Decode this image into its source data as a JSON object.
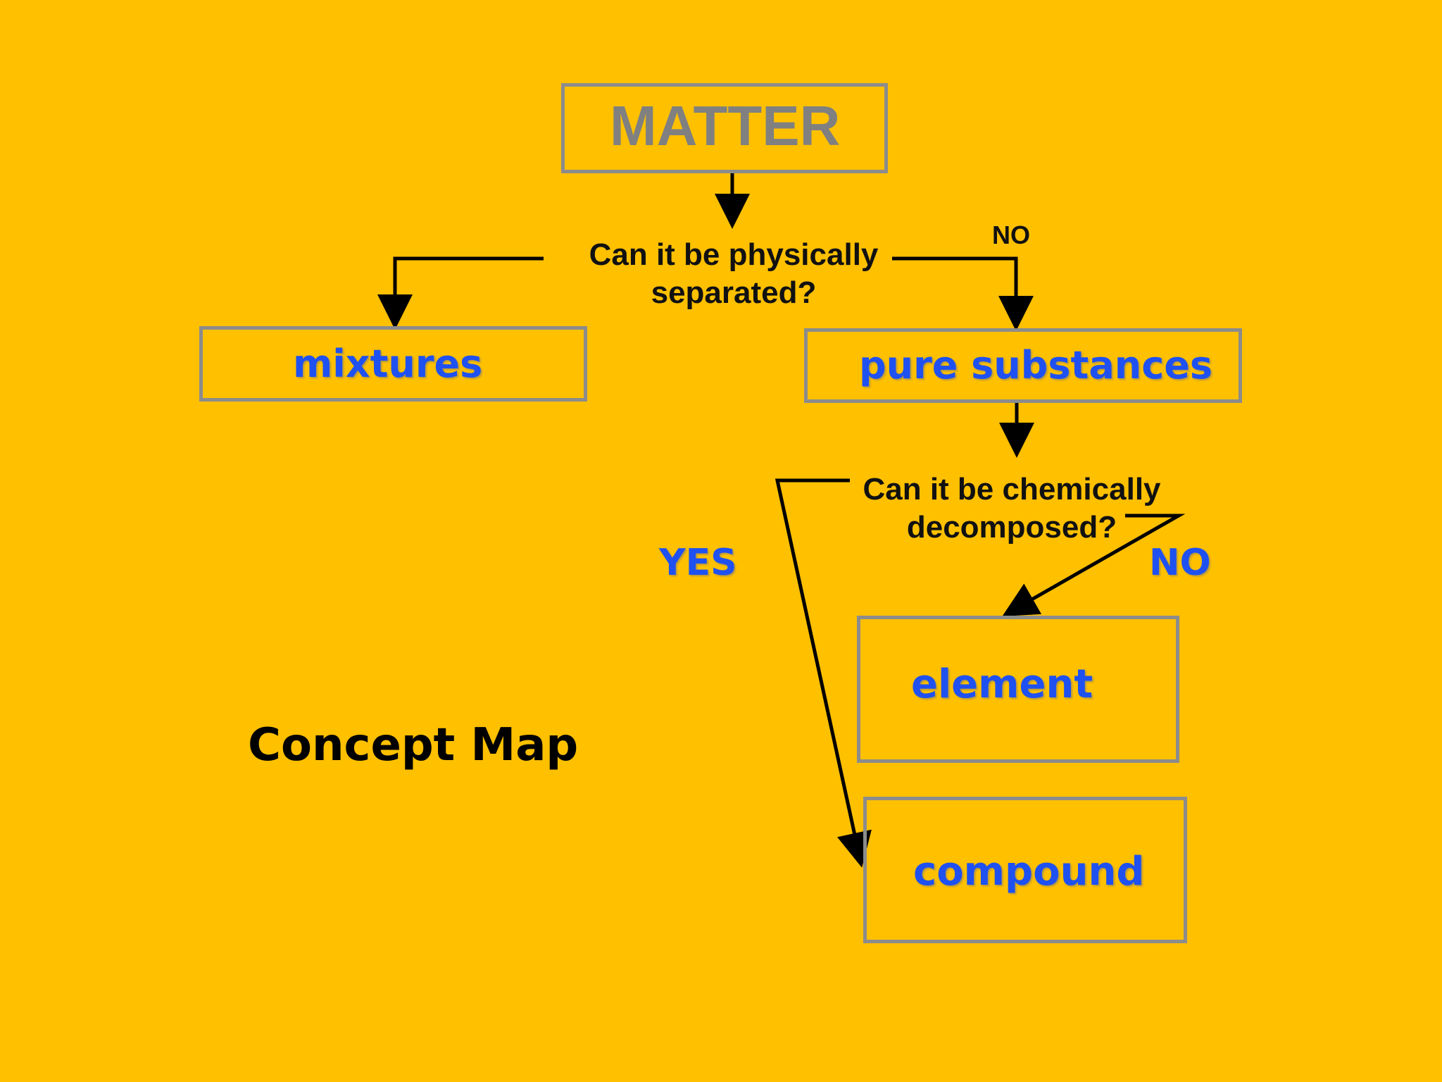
{
  "colors": {
    "background": "#FFC000",
    "box_border": "#8C8C8C",
    "node_text": "#1F51F0",
    "root_text": "#808080",
    "question_text": "#111111",
    "connector": "#000000"
  },
  "diagram": {
    "root": {
      "label": "MATTER"
    },
    "question_physical": {
      "line1": "Can it be physically",
      "line2": "separated?"
    },
    "edge_no_top": "NO",
    "mixtures": {
      "label": "mixtures"
    },
    "pure_substances": {
      "label": "pure substances"
    },
    "question_chemical": {
      "line1": "Can it be chemically",
      "line2": "decomposed?"
    },
    "branch_yes": "YES",
    "branch_no": "NO",
    "element": {
      "label": "element"
    },
    "compound": {
      "label": "compound"
    }
  },
  "title": "Concept Map"
}
